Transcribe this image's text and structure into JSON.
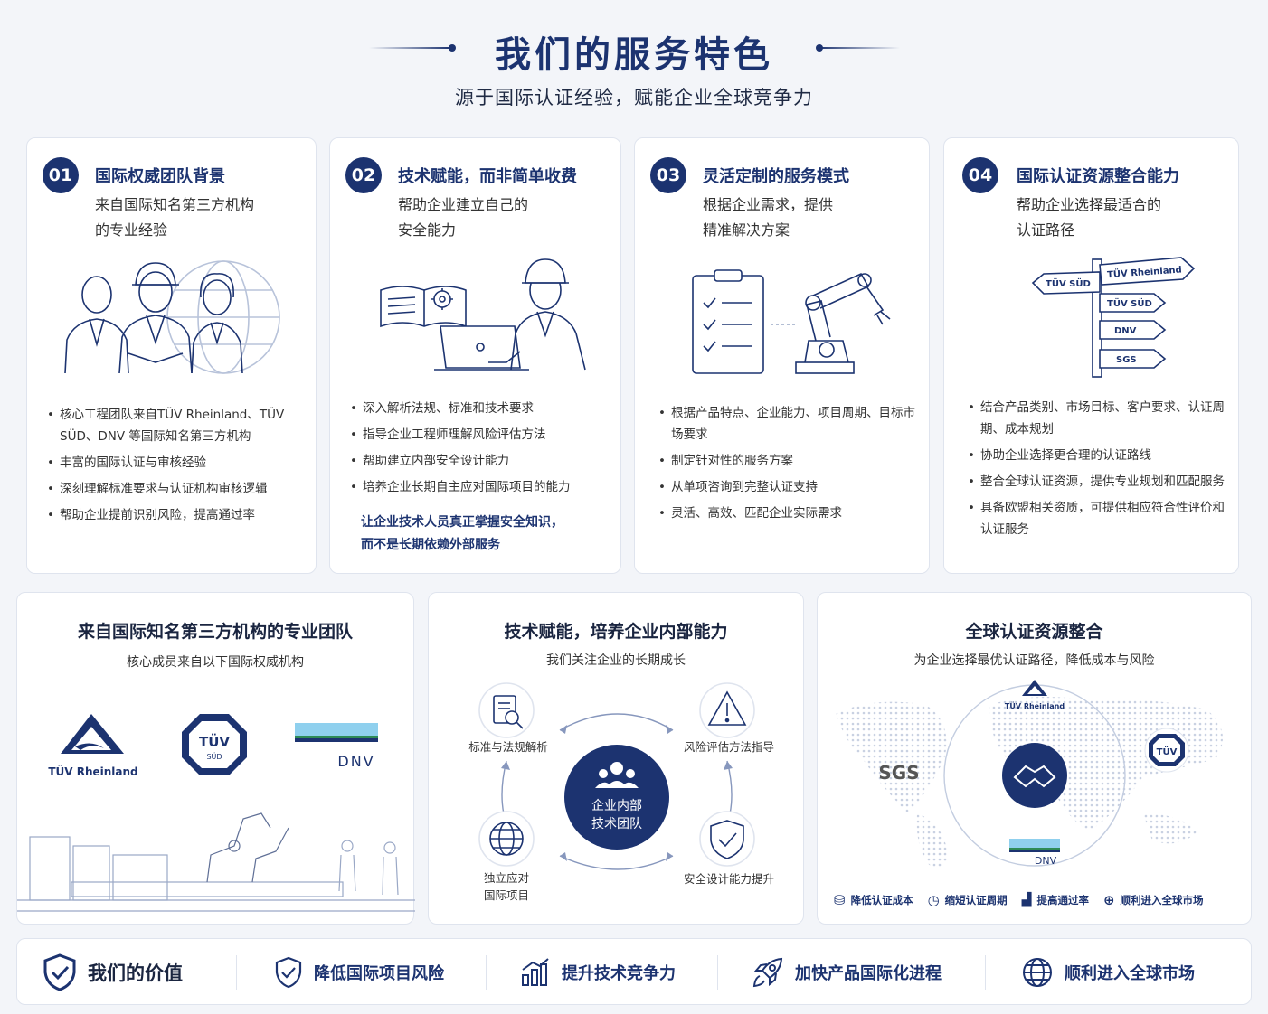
{
  "header": {
    "title": "我们的服务特色",
    "subtitle": "源于国际认证经验，赋能企业全球竞争力"
  },
  "colors": {
    "accent": "#1c3370",
    "text": "#1f2a44",
    "border": "#dfe4ee"
  },
  "features": [
    {
      "num": "01",
      "title": "国际权威团队背景",
      "desc": [
        "来自国际知名第三方机构",
        "的专业经验"
      ],
      "illustration": "team-icon",
      "bullets": [
        "核心工程团队来自TÜV Rheinland、TÜV SÜD、DNV 等国际知名第三方机构",
        "丰富的国际认证与审核经验",
        "深刻理解标准要求与认证机构审核逻辑",
        "帮助企业提前识别风险，提高通过率"
      ]
    },
    {
      "num": "02",
      "title": "技术赋能，而非简单收费",
      "desc": [
        "帮助企业建立自己的",
        "安全能力"
      ],
      "illustration": "engineer-laptop-icon",
      "bullets": [
        "深入解析法规、标准和技术要求",
        "指导企业工程师理解风险评估方法",
        "帮助建立内部安全设计能力",
        "培养企业长期自主应对国际项目的能力"
      ],
      "highlight": [
        "让企业技术人员真正掌握安全知识，",
        "而不是长期依赖外部服务"
      ]
    },
    {
      "num": "03",
      "title": "灵活定制的服务模式",
      "desc": [
        "根据企业需求，提供",
        "精准解决方案"
      ],
      "illustration": "checklist-robot-icon",
      "bullets": [
        "根据产品特点、企业能力、项目周期、目标市场要求",
        "制定针对性的服务方案",
        "从单项咨询到完整认证支持",
        "灵活、高效、匹配企业实际需求"
      ]
    },
    {
      "num": "04",
      "title": "国际认证资源整合能力",
      "desc": [
        "帮助企业选择最适合的",
        "认证路径"
      ],
      "illustration": "signpost-icon",
      "signs": [
        "TÜV SÜD",
        "TÜV Rheinland",
        "TÜV SÜD",
        "DNV",
        "SGS"
      ],
      "bullets": [
        "结合产品类别、市场目标、客户要求、认证周期、成本规划",
        "协助企业选择更合理的认证路线",
        "整合全球认证资源，提供专业规划和匹配服务",
        "具备欧盟相关资质，可提供相应符合性评价和认证服务"
      ]
    }
  ],
  "panels": {
    "team": {
      "title": "来自国际知名第三方机构的专业团队",
      "subtitle": "核心成员来自以下国际权威机构",
      "logos": [
        "TÜV Rheinland",
        "TÜV",
        "SÜD",
        "DNV"
      ]
    },
    "enable": {
      "title": "技术赋能，培养企业内部能力",
      "subtitle": "我们关注企业的长期成长",
      "center": [
        "企业内部",
        "技术团队"
      ],
      "nodes": [
        "标准与法规解析",
        "风险评估方法指导",
        "独立应对",
        "国际项目",
        "安全设计能力提升"
      ]
    },
    "global": {
      "title": "全球认证资源整合",
      "subtitle": "为企业选择最优认证路径，降低成本与风险",
      "logos": [
        "TÜV Rheinland",
        "SGS",
        "TÜV",
        "DNV"
      ],
      "benefits": [
        "降低认证成本",
        "缩短认证周期",
        "提高通过率",
        "顺利进入全球市场"
      ]
    }
  },
  "values": {
    "title": "我们的价值",
    "items": [
      "降低国际项目风险",
      "提升技术竞争力",
      "加快产品国际化进程",
      "顺利进入全球市场"
    ]
  }
}
